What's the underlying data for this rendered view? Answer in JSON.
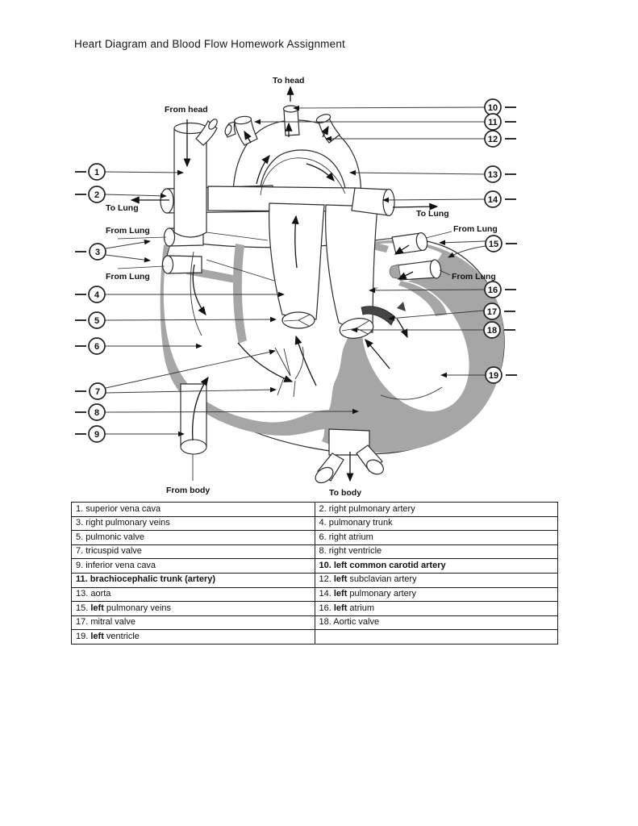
{
  "page": {
    "title": "Heart Diagram and Blood Flow Homework Assignment"
  },
  "diagram": {
    "marker_numbers": [
      "1",
      "2",
      "3",
      "4",
      "5",
      "6",
      "7",
      "8",
      "9",
      "10",
      "11",
      "12",
      "13",
      "14",
      "15",
      "16",
      "17",
      "18",
      "19"
    ],
    "labels": {
      "to_head": "To head",
      "from_head": "From head",
      "to_lung_left": "To Lung",
      "to_lung_right": "To Lung",
      "from_lung_left_top": "From Lung",
      "from_lung_left_bottom": "From Lung",
      "from_lung_right_top": "From Lung",
      "from_lung_right_bottom": "From Lung",
      "from_body": "From body",
      "to_body": "To body"
    },
    "colors": {
      "muscle_gray": "#a6a6a6",
      "line": "#2b2b2b"
    }
  },
  "answer_table": {
    "rows": [
      [
        [
          [
            "1. superior vena cava",
            false
          ]
        ],
        [
          [
            "2. right pulmonary artery",
            false
          ]
        ]
      ],
      [
        [
          [
            "3. right pulmonary veins",
            false
          ]
        ],
        [
          [
            "4. pulmonary trunk",
            false
          ]
        ]
      ],
      [
        [
          [
            "5. pulmonic valve",
            false
          ]
        ],
        [
          [
            "6. right atrium",
            false
          ]
        ]
      ],
      [
        [
          [
            "7. tricuspid valve",
            false
          ]
        ],
        [
          [
            "8. right ventricle",
            false
          ]
        ]
      ],
      [
        [
          [
            "9. inferior vena cava",
            false
          ]
        ],
        [
          [
            "10. left common carotid artery",
            true
          ]
        ]
      ],
      [
        [
          [
            "11. brachiocephalic trunk (artery)",
            true
          ]
        ],
        [
          [
            "12. ",
            false
          ],
          [
            "left",
            true
          ],
          [
            " subclavian artery",
            false
          ]
        ]
      ],
      [
        [
          [
            "13. aorta",
            false
          ]
        ],
        [
          [
            "14. ",
            false
          ],
          [
            "left",
            true
          ],
          [
            " pulmonary artery",
            false
          ]
        ]
      ],
      [
        [
          [
            "15. ",
            false
          ],
          [
            "left",
            true
          ],
          [
            " pulmonary veins",
            false
          ]
        ],
        [
          [
            "16. ",
            false
          ],
          [
            "left",
            true
          ],
          [
            " atrium",
            false
          ]
        ]
      ],
      [
        [
          [
            "17. mitral valve",
            false
          ]
        ],
        [
          [
            "18. Aortic valve",
            false
          ]
        ]
      ],
      [
        [
          [
            "19. ",
            false
          ],
          [
            "left",
            true
          ],
          [
            " ventricle",
            false
          ]
        ],
        []
      ]
    ]
  }
}
